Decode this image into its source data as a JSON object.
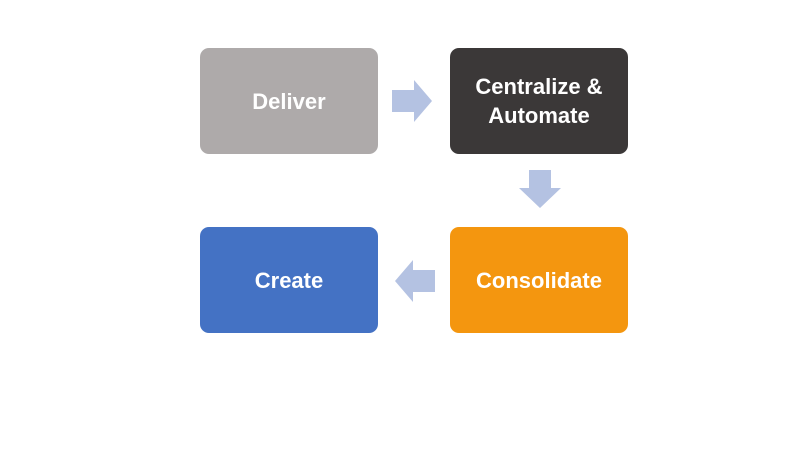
{
  "diagram": {
    "nodes": {
      "deliver": {
        "label": "Deliver",
        "color": "#aeaaaa"
      },
      "centralize": {
        "label": "Centralize &\nAutomate",
        "color": "#3b3838"
      },
      "consolidate": {
        "label": "Consolidate",
        "color": "#f4960f"
      },
      "create": {
        "label": "Create",
        "color": "#4472c4"
      }
    },
    "arrow_color": "#b4c2e2"
  }
}
